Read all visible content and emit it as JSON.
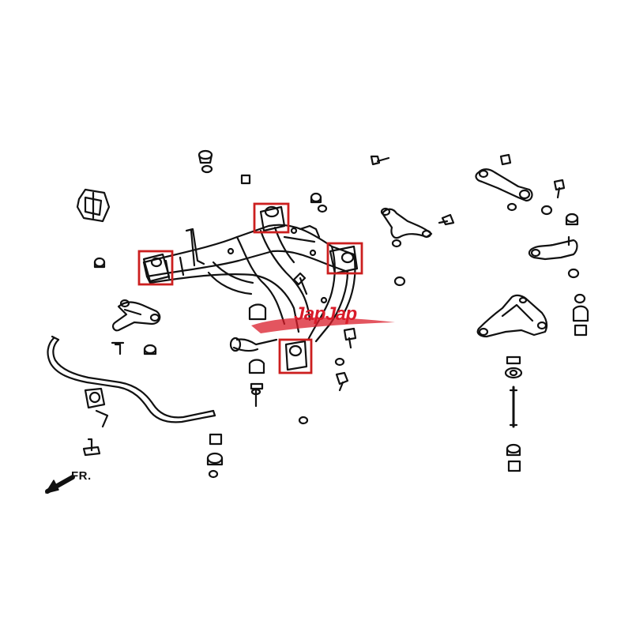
{
  "labels": {
    "front_direction": "FR.",
    "watermark": "JapJap"
  },
  "colors": {
    "linework": "#111111",
    "highlight": "#cc1f1f",
    "watermark": "#d91c2a",
    "background": "#ffffff"
  },
  "highlights": [
    {
      "name": "front-left-mount-bushing-highlight"
    },
    {
      "name": "front-center-mount-bushing-highlight"
    },
    {
      "name": "right-mount-bushing-highlight"
    },
    {
      "name": "rear-center-mount-bushing-highlight"
    }
  ],
  "icons": {
    "direction_arrow": "arrow-left-down-icon"
  }
}
